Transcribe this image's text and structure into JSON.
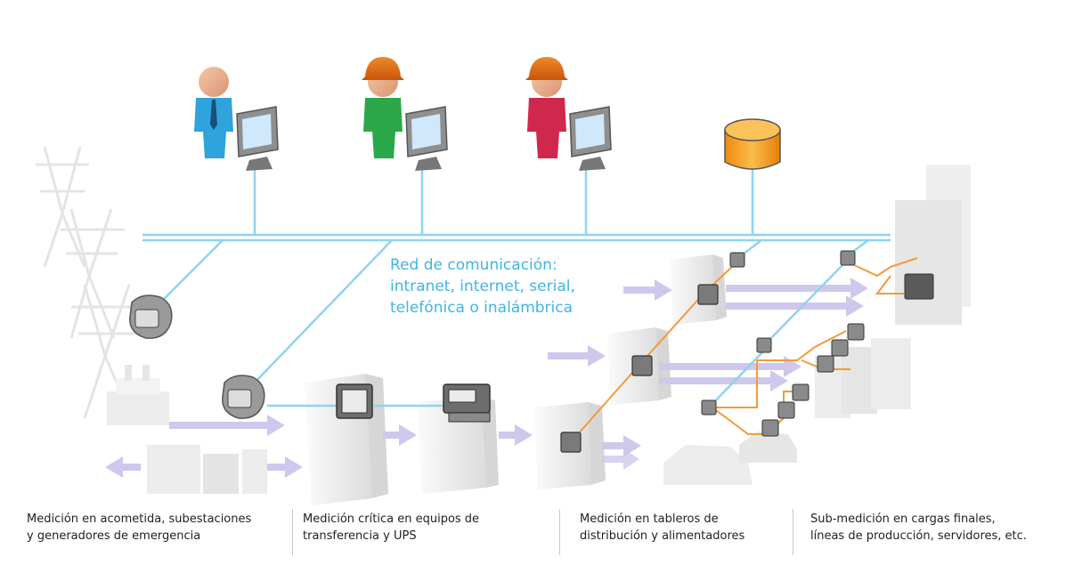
{
  "network": {
    "label_lines": [
      "Red de comunicación:",
      "intranet, internet, serial,",
      "telefónica o inalámbrica"
    ]
  },
  "captions": [
    {
      "line1": "Medición en acometida, subestaciones",
      "line2": "y generadores de emergencia"
    },
    {
      "line1": "Medición crítica en equipos de",
      "line2": "transferencia y UPS"
    },
    {
      "line1": "Medición en tableros de",
      "line2": "distribución y alimentadores"
    },
    {
      "line1": "Sub-medición en cargas finales,",
      "line2": "líneas de producción, servidores, etc."
    }
  ],
  "users": [
    {
      "role": "manager",
      "icon": "person-tie-icon",
      "body_color": "#2ea3dc"
    },
    {
      "role": "engineer",
      "icon": "hardhat-worker-icon",
      "body_color": "#2aa84a"
    },
    {
      "role": "technician",
      "icon": "hardhat-worker-icon",
      "body_color": "#d0284d"
    }
  ],
  "colors": {
    "network_line": "#8fd3f0",
    "meter_link": "#f29a3a",
    "energy_arrow": "#cfc8ec",
    "database": "#f5a623",
    "label": "#3fb5e6"
  }
}
